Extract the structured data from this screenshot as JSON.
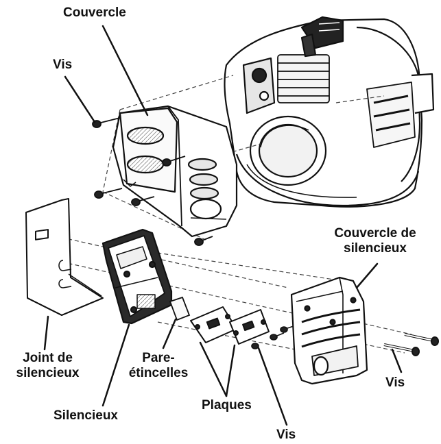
{
  "labels": {
    "couvercle": "Couvercle",
    "vis_top": "Vis",
    "couvercle_silencieux_l1": "Couvercle de",
    "couvercle_silencieux_l2": "silencieux",
    "joint_l1": "Joint de",
    "joint_l2": "silencieux",
    "pare_l1": "Pare-",
    "pare_l2": "étincelles",
    "silencieux": "Silencieux",
    "plaques": "Plaques",
    "vis_bottom": "Vis",
    "vis_right": "Vis"
  },
  "colors": {
    "ink": "#111111",
    "paper": "#ffffff",
    "shade": "#d8d8d8",
    "dark": "#2a2a2a"
  }
}
